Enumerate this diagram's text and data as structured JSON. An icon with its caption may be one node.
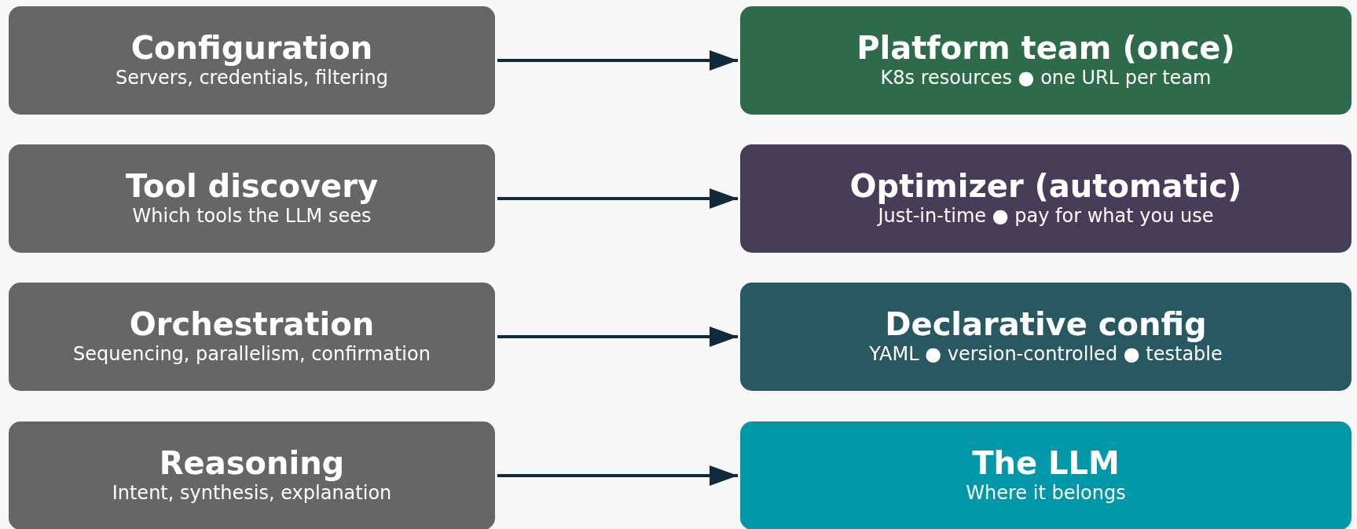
{
  "diagram": {
    "nodes": [
      {
        "text": [
          "Configuration",
          "Servers, credentials, filtering"
        ]
      },
      {
        "text": [
          "Tool discovery",
          "Which tools the LLM sees"
        ]
      },
      {
        "text": [
          "Orchestration",
          "Sequencing, parallelism, confirmation"
        ]
      },
      {
        "text": [
          "Reasoning",
          "Intent, synthesis, explanation"
        ]
      },
      {
        "text": [
          "Platform team (once)",
          "K8s resources ● one URL per team"
        ]
      },
      {
        "text": [
          "Optimizer (automatic)",
          "Just-in-time ● pay for what you use"
        ]
      },
      {
        "text": [
          "Declarative config",
          "YAML ● version-controlled ● testable"
        ]
      },
      {
        "text": [
          "The LLM",
          "Where it belongs"
        ]
      }
    ],
    "edges": [
      {
        "from": 0,
        "to": 4,
        "arrow": "to"
      },
      {
        "from": 1,
        "to": 5,
        "arrow": "to"
      },
      {
        "from": 2,
        "to": 6,
        "arrow": "to"
      },
      {
        "from": 3,
        "to": 7,
        "arrow": "to"
      }
    ]
  }
}
